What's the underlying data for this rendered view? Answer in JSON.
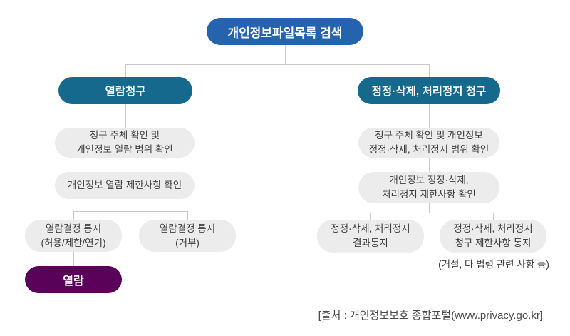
{
  "diagram": {
    "root": {
      "label": "개인정보파일목록 검색"
    },
    "left_branch": {
      "title": "열람청구",
      "step1": {
        "line1": "청구 주체 확인 및",
        "line2": "개인정보 열람 범위 확인"
      },
      "step2": {
        "line1": "개인정보 열람 제한사항 확인"
      },
      "leaf1": {
        "line1": "열람결정 통지",
        "line2": "(허용/제한/연기)"
      },
      "leaf2": {
        "line1": "열람결정 통지",
        "line2": "(거부)"
      },
      "final": {
        "label": "열람"
      }
    },
    "right_branch": {
      "title": "정정·삭제, 처리정지 청구",
      "step1": {
        "line1": "청구 주체 확인 및 개인정보",
        "line2": "정정·삭제, 처리정지 범위 확인"
      },
      "step2": {
        "line1": "개인정보 정정·삭제,",
        "line2": "처리정지 제한사항 확인"
      },
      "leaf1": {
        "line1": "정정·삭제, 처리정지",
        "line2": "결과통지"
      },
      "leaf2": {
        "line1": "정정·삭제, 처리정지",
        "line2": "청구 제한사항 통지"
      },
      "note": "(거절, 타 법령 관련 사항 등)"
    },
    "source": "[출처 : 개인정보보호 종합포털(www.privacy.go.kr]"
  },
  "colors": {
    "root_fill": "#2563af",
    "branch_fill": "#15698c",
    "final_fill": "#5a025a",
    "step_fill": "#ececec",
    "step_text": "#3d3d3d",
    "line": "#c9c9c9",
    "source_text": "#4a4a4a"
  }
}
